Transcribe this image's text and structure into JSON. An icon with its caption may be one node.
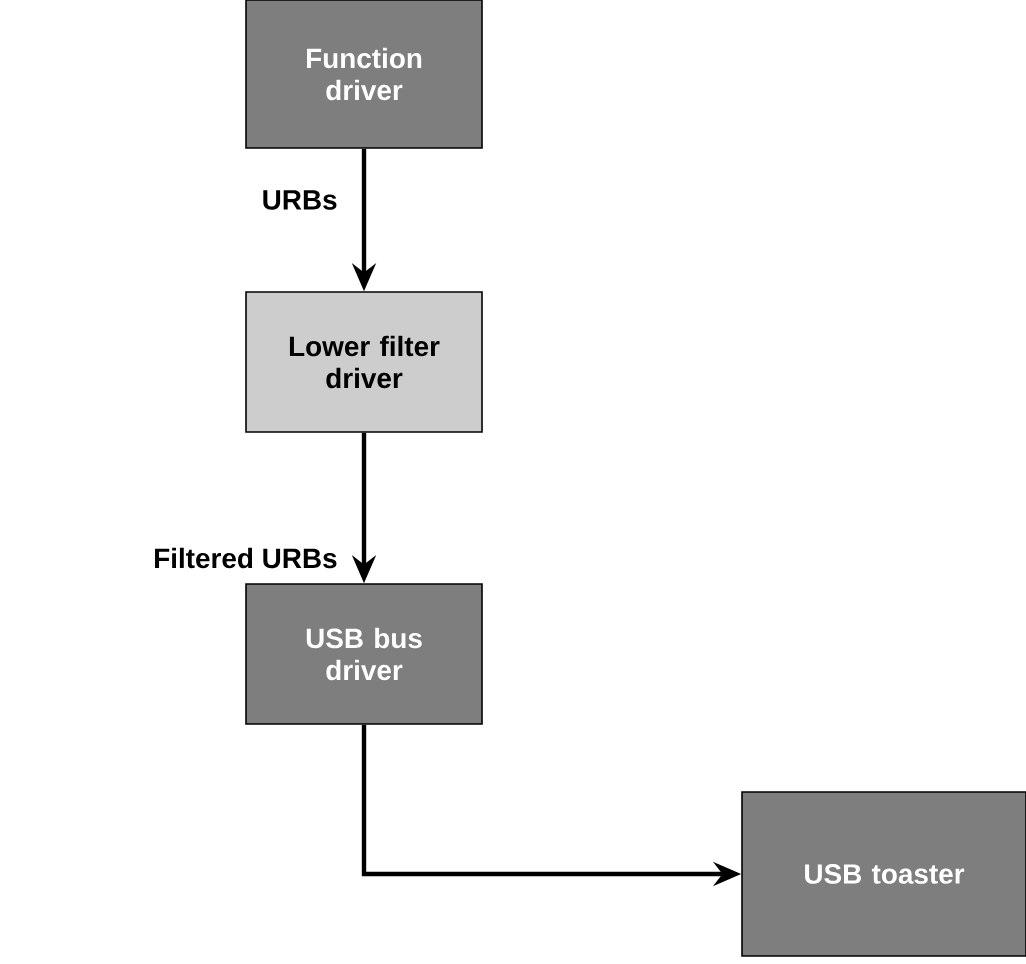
{
  "diagram": {
    "nodes": [
      {
        "text": [
          "Function driver"
        ]
      },
      {
        "text": [
          "Lower filter driver"
        ]
      },
      {
        "text": [
          "USB bus driver"
        ]
      },
      {
        "text": [
          "USB toaster"
        ]
      }
    ],
    "edges": [
      {
        "from": 0,
        "to": 1,
        "arrow": "to",
        "label": "URBs"
      },
      {
        "from": 1,
        "to": 2,
        "arrow": "to",
        "label": "Filtered URBs"
      },
      {
        "from": 2,
        "to": 3,
        "arrow": "to"
      }
    ]
  }
}
